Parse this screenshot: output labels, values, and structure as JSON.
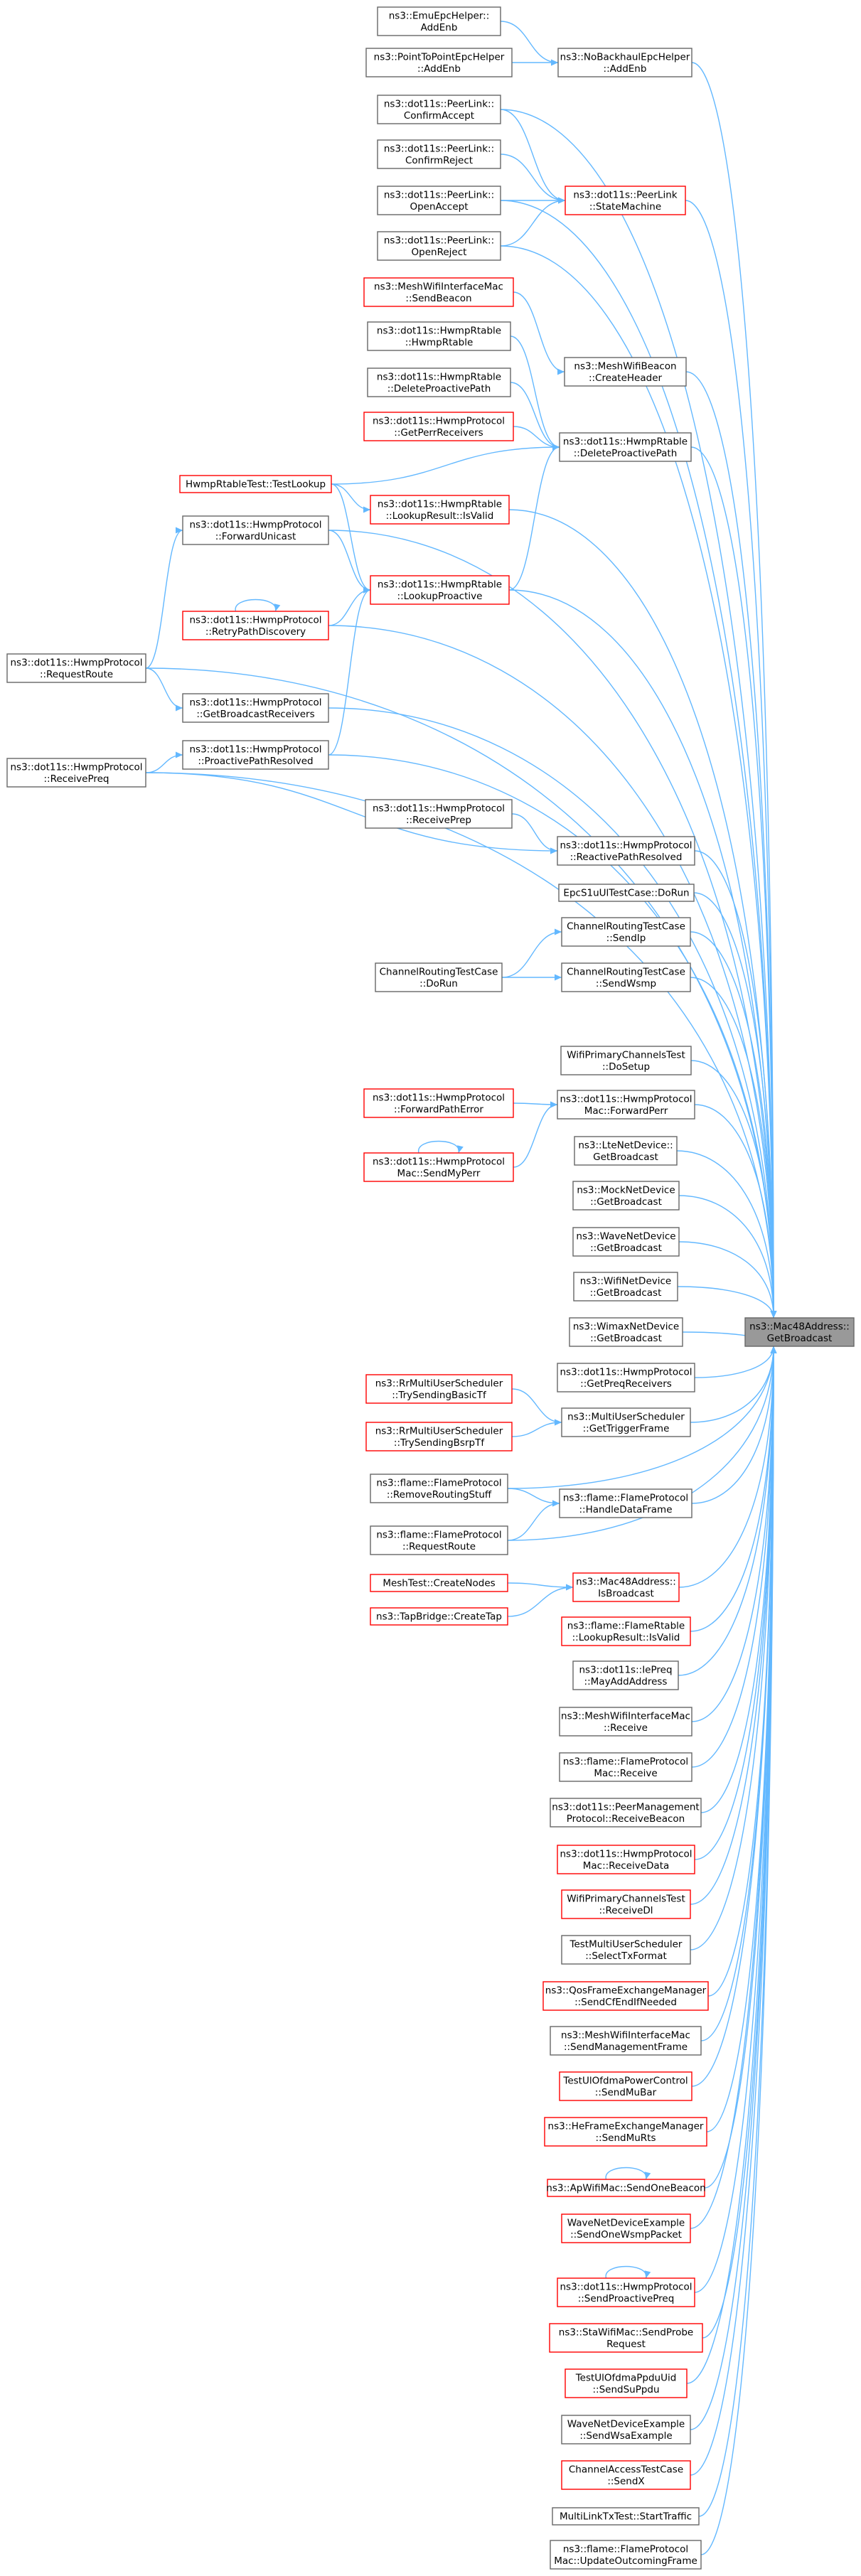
{
  "colors": {
    "edge": "#63b8ff",
    "node_border_normal": "#666666",
    "node_border_red": "#ff0000",
    "focus_fill": "#999999"
  },
  "nodes": [
    {
      "id": "emu",
      "lines": [
        "ns3::EmuEpcHelper::",
        "AddEnb"
      ],
      "style": "normal"
    },
    {
      "id": "p2p",
      "lines": [
        "ns3::PointToPointEpcHelper",
        "::AddEnb"
      ],
      "style": "normal"
    },
    {
      "id": "nobackhaul",
      "lines": [
        "ns3::NoBackhaulEpcHelper",
        "::AddEnb"
      ],
      "style": "normal"
    },
    {
      "id": "pl_confirmaccept",
      "lines": [
        "ns3::dot11s::PeerLink::",
        "ConfirmAccept"
      ],
      "style": "normal"
    },
    {
      "id": "pl_confirmreject",
      "lines": [
        "ns3::dot11s::PeerLink::",
        "ConfirmReject"
      ],
      "style": "normal"
    },
    {
      "id": "pl_openaccept",
      "lines": [
        "ns3::dot11s::PeerLink::",
        "OpenAccept"
      ],
      "style": "normal"
    },
    {
      "id": "pl_statemachine",
      "lines": [
        "ns3::dot11s::PeerLink",
        "::StateMachine"
      ],
      "style": "red"
    },
    {
      "id": "pl_openreject",
      "lines": [
        "ns3::dot11s::PeerLink::",
        "OpenReject"
      ],
      "style": "normal"
    },
    {
      "id": "mwi_sendbeacon",
      "lines": [
        "ns3::MeshWifiInterfaceMac",
        "::SendBeacon"
      ],
      "style": "red"
    },
    {
      "id": "hr_hwmprtable",
      "lines": [
        "ns3::dot11s::HwmpRtable",
        "::HwmpRtable"
      ],
      "style": "normal"
    },
    {
      "id": "mwb_createheader",
      "lines": [
        "ns3::MeshWifiBeacon",
        "::CreateHeader"
      ],
      "style": "normal"
    },
    {
      "id": "hr_delpp1",
      "lines": [
        "ns3::dot11s::HwmpRtable",
        "::DeleteProactivePath"
      ],
      "style": "normal"
    },
    {
      "id": "hp_getperr",
      "lines": [
        "ns3::dot11s::HwmpProtocol",
        "::GetPerrReceivers"
      ],
      "style": "red"
    },
    {
      "id": "hr_delpp2",
      "lines": [
        "ns3::dot11s::HwmpRtable",
        "::DeleteProactivePath"
      ],
      "style": "normal"
    },
    {
      "id": "hrtest",
      "lines": [
        "HwmpRtableTest::TestLookup"
      ],
      "style": "red"
    },
    {
      "id": "lr_isvalid",
      "lines": [
        "ns3::dot11s::HwmpRtable",
        "::LookupResult::IsValid"
      ],
      "style": "red"
    },
    {
      "id": "hp_forwardunicast",
      "lines": [
        "ns3::dot11s::HwmpProtocol",
        "::ForwardUnicast"
      ],
      "style": "normal"
    },
    {
      "id": "hr_lookupproactive",
      "lines": [
        "ns3::dot11s::HwmpRtable",
        "::LookupProactive"
      ],
      "style": "red"
    },
    {
      "id": "hp_retrypath",
      "lines": [
        "ns3::dot11s::HwmpProtocol",
        "::RetryPathDiscovery"
      ],
      "style": "red"
    },
    {
      "id": "hp_requestroute",
      "lines": [
        "ns3::dot11s::HwmpProtocol",
        "::RequestRoute"
      ],
      "style": "normal"
    },
    {
      "id": "hp_getbcast",
      "lines": [
        "ns3::dot11s::HwmpProtocol",
        "::GetBroadcastReceivers"
      ],
      "style": "normal"
    },
    {
      "id": "hp_receivepreq",
      "lines": [
        "ns3::dot11s::HwmpProtocol",
        "::ReceivePreq"
      ],
      "style": "normal"
    },
    {
      "id": "hp_proactiveresolved",
      "lines": [
        "ns3::dot11s::HwmpProtocol",
        "::ProactivePathResolved"
      ],
      "style": "normal"
    },
    {
      "id": "hp_receiveprep",
      "lines": [
        "ns3::dot11s::HwmpProtocol",
        "::ReceivePrep"
      ],
      "style": "normal"
    },
    {
      "id": "hp_reactiveresolved",
      "lines": [
        "ns3::dot11s::HwmpProtocol",
        "::ReactivePathResolved"
      ],
      "style": "normal"
    },
    {
      "id": "epcs1u",
      "lines": [
        "EpcS1uUlTestCase::DoRun"
      ],
      "style": "normal"
    },
    {
      "id": "crt_sendip",
      "lines": [
        "ChannelRoutingTestCase",
        "::SendIp"
      ],
      "style": "normal"
    },
    {
      "id": "crt_dorun",
      "lines": [
        "ChannelRoutingTestCase",
        "::DoRun"
      ],
      "style": "normal"
    },
    {
      "id": "crt_sendwsmp",
      "lines": [
        "ChannelRoutingTestCase",
        "::SendWsmp"
      ],
      "style": "normal"
    },
    {
      "id": "wpct_dosetup",
      "lines": [
        "WifiPrimaryChannelsTest",
        "::DoSetup"
      ],
      "style": "normal"
    },
    {
      "id": "hp_forwardperr_src",
      "lines": [
        "ns3::dot11s::HwmpProtocol",
        "::ForwardPathError"
      ],
      "style": "red"
    },
    {
      "id": "hpm_forwardperr",
      "lines": [
        "ns3::dot11s::HwmpProtocol",
        "Mac::ForwardPerr"
      ],
      "style": "normal"
    },
    {
      "id": "hpm_sendmyperr",
      "lines": [
        "ns3::dot11s::HwmpProtocol",
        "Mac::SendMyPerr"
      ],
      "style": "red"
    },
    {
      "id": "lte_gb",
      "lines": [
        "ns3::LteNetDevice::",
        "GetBroadcast"
      ],
      "style": "normal"
    },
    {
      "id": "mock_gb",
      "lines": [
        "ns3::MockNetDevice",
        "::GetBroadcast"
      ],
      "style": "normal"
    },
    {
      "id": "wave_gb",
      "lines": [
        "ns3::WaveNetDevice",
        "::GetBroadcast"
      ],
      "style": "normal"
    },
    {
      "id": "wifi_gb",
      "lines": [
        "ns3::WifiNetDevice",
        "::GetBroadcast"
      ],
      "style": "normal"
    },
    {
      "id": "wimax_gb",
      "lines": [
        "ns3::WimaxNetDevice",
        "::GetBroadcast"
      ],
      "style": "normal"
    },
    {
      "id": "focus",
      "lines": [
        "ns3::Mac48Address::",
        "GetBroadcast"
      ],
      "style": "focus"
    },
    {
      "id": "hp_getpreq",
      "lines": [
        "ns3::dot11s::HwmpProtocol",
        "::GetPreqReceivers"
      ],
      "style": "normal"
    },
    {
      "id": "rr_basictf",
      "lines": [
        "ns3::RrMultiUserScheduler",
        "::TrySendingBasicTf"
      ],
      "style": "red"
    },
    {
      "id": "mus_gettriggerframe",
      "lines": [
        "ns3::MultiUserScheduler",
        "::GetTriggerFrame"
      ],
      "style": "normal"
    },
    {
      "id": "rr_bsrptf",
      "lines": [
        "ns3::RrMultiUserScheduler",
        "::TrySendingBsrpTf"
      ],
      "style": "red"
    },
    {
      "id": "fp_removerouting",
      "lines": [
        "ns3::flame::FlameProtocol",
        "::RemoveRoutingStuff"
      ],
      "style": "normal"
    },
    {
      "id": "fp_handledata",
      "lines": [
        "ns3::flame::FlameProtocol",
        "::HandleDataFrame"
      ],
      "style": "normal"
    },
    {
      "id": "fp_requestroute",
      "lines": [
        "ns3::flame::FlameProtocol",
        "::RequestRoute"
      ],
      "style": "normal"
    },
    {
      "id": "meshtest",
      "lines": [
        "MeshTest::CreateNodes"
      ],
      "style": "red"
    },
    {
      "id": "mac48_isbroadcast",
      "lines": [
        "ns3::Mac48Address::",
        "IsBroadcast"
      ],
      "style": "red"
    },
    {
      "id": "tapbridge",
      "lines": [
        "ns3::TapBridge::CreateTap"
      ],
      "style": "red"
    },
    {
      "id": "frt_isvalid",
      "lines": [
        "ns3::flame::FlameRtable",
        "::LookupResult::IsValid"
      ],
      "style": "red"
    },
    {
      "id": "iepreq",
      "lines": [
        "ns3::dot11s::IePreq",
        "::MayAddAddress"
      ],
      "style": "normal"
    },
    {
      "id": "mwi_receive",
      "lines": [
        "ns3::MeshWifiInterfaceMac",
        "::Receive"
      ],
      "style": "normal"
    },
    {
      "id": "fpm_receive",
      "lines": [
        "ns3::flame::FlameProtocol",
        "Mac::Receive"
      ],
      "style": "normal"
    },
    {
      "id": "pmp_receivebeacon",
      "lines": [
        "ns3::dot11s::PeerManagement",
        "Protocol::ReceiveBeacon"
      ],
      "style": "normal"
    },
    {
      "id": "hpm_receivedata",
      "lines": [
        "ns3::dot11s::HwmpProtocol",
        "Mac::ReceiveData"
      ],
      "style": "red"
    },
    {
      "id": "wpct_receivedl",
      "lines": [
        "WifiPrimaryChannelsTest",
        "::ReceiveDl"
      ],
      "style": "red"
    },
    {
      "id": "tmus_selecttx",
      "lines": [
        "TestMultiUserScheduler",
        "::SelectTxFormat"
      ],
      "style": "normal"
    },
    {
      "id": "qos_sendcfend",
      "lines": [
        "ns3::QosFrameExchangeManager",
        "::SendCfEndIfNeeded"
      ],
      "style": "red"
    },
    {
      "id": "mwi_sendmgmt",
      "lines": [
        "ns3::MeshWifiInterfaceMac",
        "::SendManagementFrame"
      ],
      "style": "normal"
    },
    {
      "id": "tulofdma_sendmubar",
      "lines": [
        "TestUlOfdmaPowerControl",
        "::SendMuBar"
      ],
      "style": "red"
    },
    {
      "id": "he_sendmurts",
      "lines": [
        "ns3::HeFrameExchangeManager",
        "::SendMuRts"
      ],
      "style": "red"
    },
    {
      "id": "ap_sendonebeacon",
      "lines": [
        "ns3::ApWifiMac::SendOneBeacon"
      ],
      "style": "red"
    },
    {
      "id": "wnde_sendonewsmp",
      "lines": [
        "WaveNetDeviceExample",
        "::SendOneWsmpPacket"
      ],
      "style": "red"
    },
    {
      "id": "hp_sendproactivepreq",
      "lines": [
        "ns3::dot11s::HwmpProtocol",
        "::SendProactivePreq"
      ],
      "style": "red"
    },
    {
      "id": "sta_sendprobe",
      "lines": [
        "ns3::StaWifiMac::SendProbe",
        "Request"
      ],
      "style": "red"
    },
    {
      "id": "tulofdma_sendsuppdu",
      "lines": [
        "TestUlOfdmaPpduUid",
        "::SendSuPpdu"
      ],
      "style": "red"
    },
    {
      "id": "wnde_sendwsa",
      "lines": [
        "WaveNetDeviceExample",
        "::SendWsaExample"
      ],
      "style": "normal"
    },
    {
      "id": "cat_sendx",
      "lines": [
        "ChannelAccessTestCase",
        "::SendX"
      ],
      "style": "red"
    },
    {
      "id": "mltx_starttraffic",
      "lines": [
        "MultiLinkTxTest::StartTraffic"
      ],
      "style": "normal"
    },
    {
      "id": "fpm_updateoutcoming",
      "lines": [
        "ns3::flame::FlameProtocol",
        "Mac::UpdateOutcomingFrame"
      ],
      "style": "normal"
    }
  ]
}
